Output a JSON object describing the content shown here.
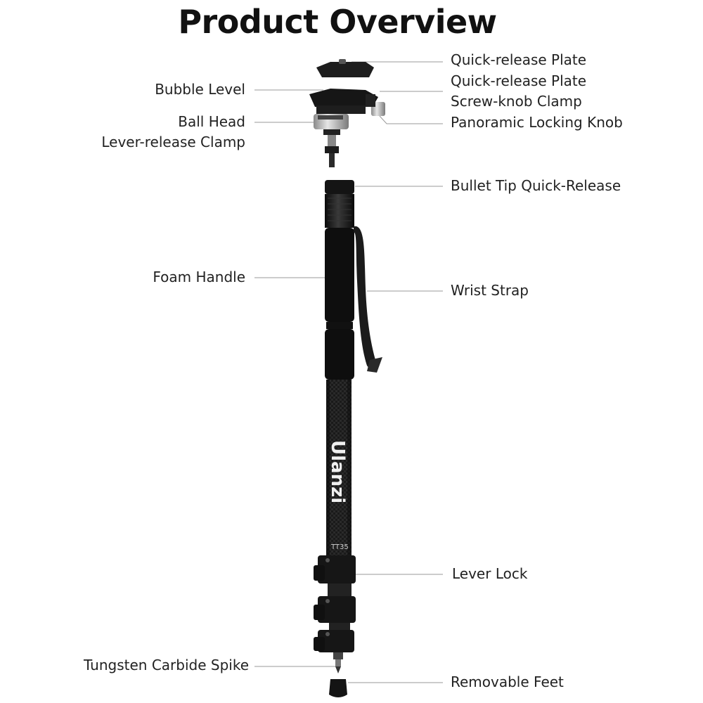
{
  "title": "Product Overview",
  "brand_mark": "Ulanzi",
  "model_mark": "TT35",
  "colors": {
    "background": "#ffffff",
    "text": "#222222",
    "leader_line": "#9a9a9a",
    "carbon_tube": "#1c1c1c",
    "foam": "#0e0e0e",
    "metal": "#b8b8b8"
  },
  "labels_left": {
    "bubble_level": "Bubble Level",
    "ball_head": "Ball Head",
    "lever_release_clamp": "Lever-release Clamp",
    "foam_handle": "Foam Handle",
    "tungsten_spike": "Tungsten Carbide Spike"
  },
  "labels_right": {
    "qr_plate": "Quick-release Plate",
    "qr_plate_clamp_line1": "Quick-release Plate",
    "qr_plate_clamp_line2": "Screw-knob Clamp",
    "panoramic_knob": "Panoramic Locking Knob",
    "bullet_tip": "Bullet Tip Quick-Release",
    "wrist_strap": "Wrist Strap",
    "lever_lock": "Lever Lock",
    "removable_feet": "Removable Feet"
  }
}
